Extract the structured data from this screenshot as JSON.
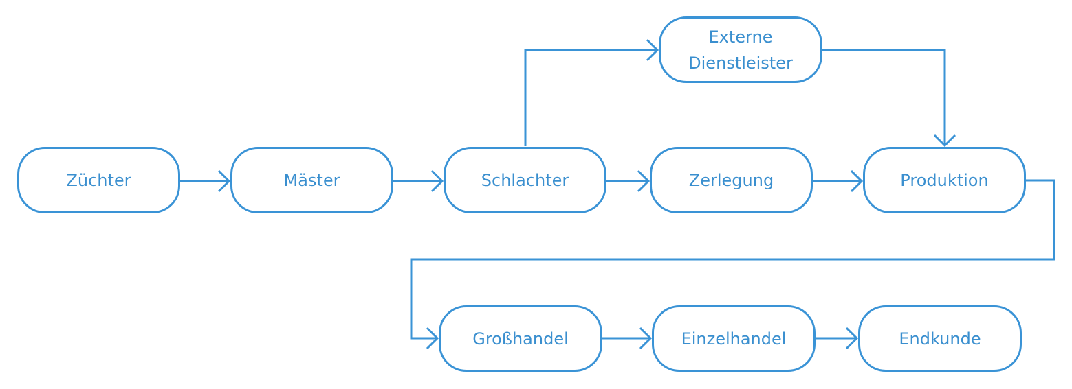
{
  "diagram": {
    "accent_color": "#3a93d6",
    "text_color": "#3a8fcf",
    "nodes": {
      "zuechter": "Züchter",
      "maester": "Mäster",
      "schlachter": "Schlachter",
      "externe_dienstleister": "Externe\nDienstleister",
      "zerlegung": "Zerlegung",
      "produktion": "Produktion",
      "grosshandel": "Großhandel",
      "einzelhandel": "Einzelhandel",
      "endkunde": "Endkunde"
    },
    "edges": [
      {
        "from": "zuechter",
        "to": "maester"
      },
      {
        "from": "maester",
        "to": "schlachter"
      },
      {
        "from": "schlachter",
        "to": "zerlegung"
      },
      {
        "from": "schlachter",
        "to": "externe_dienstleister"
      },
      {
        "from": "externe_dienstleister",
        "to": "produktion"
      },
      {
        "from": "zerlegung",
        "to": "produktion"
      },
      {
        "from": "produktion",
        "to": "grosshandel"
      },
      {
        "from": "grosshandel",
        "to": "einzelhandel"
      },
      {
        "from": "einzelhandel",
        "to": "endkunde"
      }
    ]
  }
}
